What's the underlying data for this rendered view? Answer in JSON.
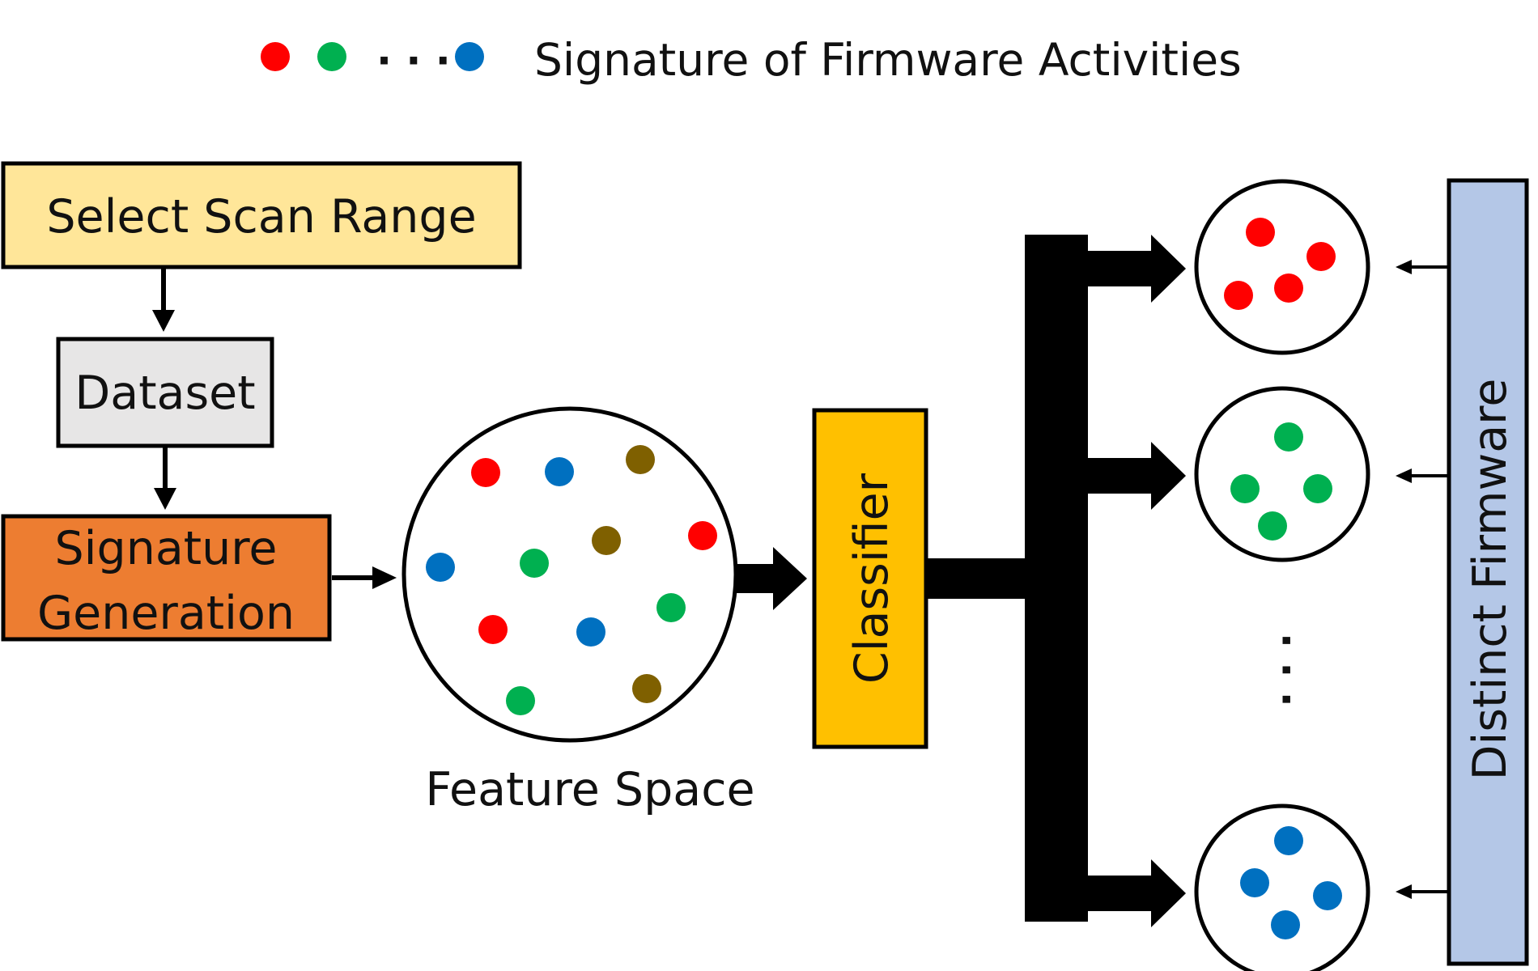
{
  "legend": {
    "label": "Signature of Firmware Activities",
    "dot_colors": [
      "#ff0000",
      "#00b050",
      "#0070c0"
    ],
    "ellipsis": "· · ·"
  },
  "boxes": {
    "select_scan_range": {
      "label": "Select Scan Range",
      "fill": "#ffe699"
    },
    "dataset": {
      "label": "Dataset",
      "fill": "#e7e6e6"
    },
    "signature_generation": {
      "label_line1": "Signature",
      "label_line2": "Generation",
      "fill": "#ed7d31"
    },
    "classifier": {
      "label": "Classifier",
      "fill": "#ffc000"
    },
    "distinct_firmware": {
      "label": "Distinct Firmware",
      "fill": "#b4c7e7"
    }
  },
  "feature_space": {
    "label": "Feature Space",
    "dot_colors": [
      "#ff0000",
      "#0070c0",
      "#7f6000",
      "#7f6000",
      "#ff0000",
      "#0070c0",
      "#00b050",
      "#ff0000",
      "#0070c0",
      "#00b050",
      "#00b050",
      "#7f6000"
    ]
  },
  "clusters": [
    {
      "name": "red-cluster",
      "color": "#ff0000"
    },
    {
      "name": "green-cluster",
      "color": "#00b050"
    },
    {
      "name": "blue-cluster",
      "color": "#0070c0"
    }
  ],
  "cluster_ellipsis": "· · ·"
}
